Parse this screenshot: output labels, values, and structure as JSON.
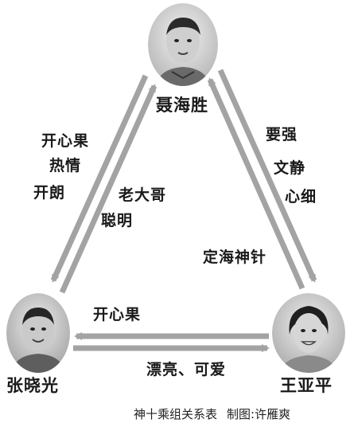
{
  "people": {
    "nie": {
      "name": "聂海胜",
      "portrait_icon": "astronaut-portrait-male"
    },
    "zhang": {
      "name": "张晓光",
      "portrait_icon": "astronaut-portrait-male"
    },
    "wang": {
      "name": "王亚平",
      "portrait_icon": "astronaut-portrait-female"
    }
  },
  "relations": {
    "nie_to_zhang": {
      "lines": [
        "开心果",
        "热情",
        "开朗"
      ]
    },
    "zhang_to_nie": {
      "lines": [
        "老大哥",
        "聪明"
      ]
    },
    "nie_to_wang": {
      "lines": [
        "要强",
        "文静",
        "心细"
      ]
    },
    "wang_to_nie": {
      "label": "定海神针"
    },
    "wang_to_zhang": {
      "label": "开心果"
    },
    "zhang_to_wang": {
      "label": "漂亮、可爱"
    }
  },
  "caption": {
    "title": "神十乘组关系表",
    "credit": "制图:许雁爽"
  },
  "colors": {
    "arrow": "#a3a3a3",
    "text": "#1a1a1a",
    "background": "#ffffff"
  }
}
